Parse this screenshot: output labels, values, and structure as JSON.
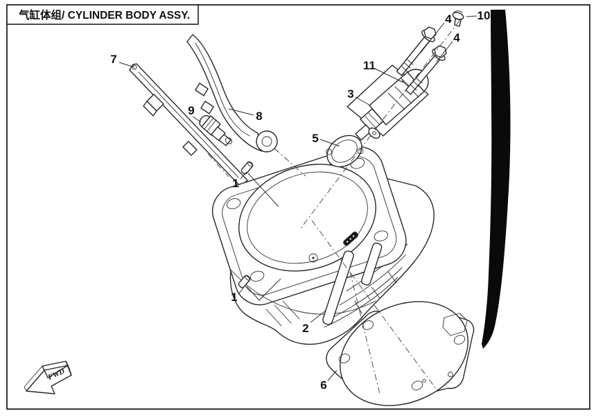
{
  "title": {
    "text": "气缸体组/ CYLINDER BODY ASSY."
  },
  "fwd_marker": {
    "label": "FWD"
  },
  "callouts": {
    "c1a": {
      "label": "1"
    },
    "c1b": {
      "label": "1"
    },
    "c2": {
      "label": "2"
    },
    "c3": {
      "label": "3"
    },
    "c4a": {
      "label": "4"
    },
    "c4b": {
      "label": "4"
    },
    "c5": {
      "label": "5"
    },
    "c6": {
      "label": "6"
    },
    "c7": {
      "label": "7"
    },
    "c8": {
      "label": "8"
    },
    "c9": {
      "label": "9"
    },
    "c10": {
      "label": "10"
    },
    "c11": {
      "label": "11"
    }
  },
  "colors": {
    "line": "#262626",
    "ink": "#0a0a0a",
    "background": "#ffffff"
  }
}
